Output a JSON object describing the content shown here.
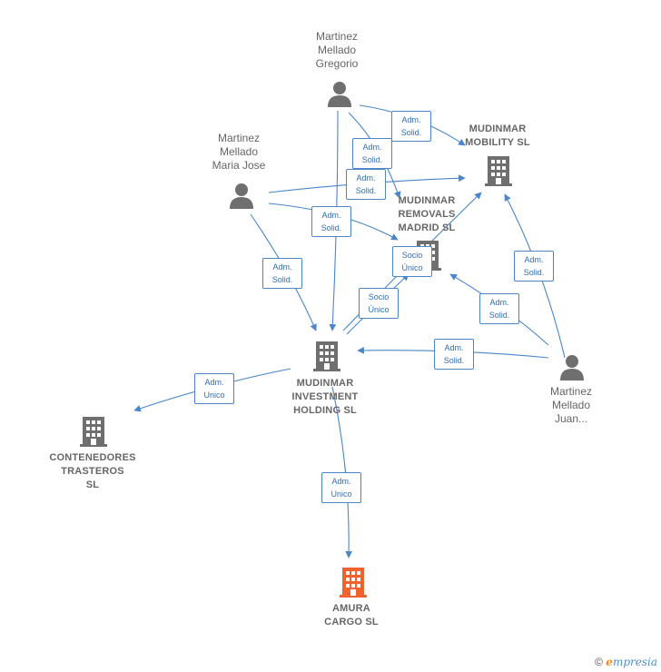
{
  "nodes": {
    "gregorio": {
      "label": "Martinez\nMellado\nGregorio"
    },
    "mariajose": {
      "label": "Martinez\nMellado\nMaria Jose"
    },
    "juan": {
      "label": "Martinez\nMellado\nJuan..."
    },
    "mobility": {
      "label": "MUDINMAR\nMOBILITY  SL"
    },
    "removals": {
      "label": "MUDINMAR\nREMOVALS\nMADRID  SL"
    },
    "investment": {
      "label": "MUDINMAR\nINVESTMENT\nHOLDING  SL"
    },
    "contenedores": {
      "label": "CONTENEDORES\nTRASTEROS\nSL"
    },
    "amura": {
      "label": "AMURA\nCARGO  SL"
    }
  },
  "edge_labels": {
    "e1": "Adm.\nSolid.",
    "e2": "Adm.\nSolid.",
    "e3": "Adm.\nSolid.",
    "e4": "Adm.\nSolid.",
    "e5": "Adm.\nSolid.",
    "e6": "Socio\nÚnico",
    "e7": "Socio\nÚnico",
    "e8": "Adm.\nSolid.",
    "e9": "Adm.\nSolid.",
    "e10": "Adm.\nSolid.",
    "e11": "Adm.\nUnico",
    "e12": "Adm.\nUnico"
  },
  "colors": {
    "edge": "#4a86c8",
    "person": "#6f6f6f",
    "company": "#6f6f6f",
    "highlight": "#f2622e"
  },
  "footer": {
    "copyright": "©",
    "brand_e": "e",
    "brand_rest": "mpresia"
  }
}
